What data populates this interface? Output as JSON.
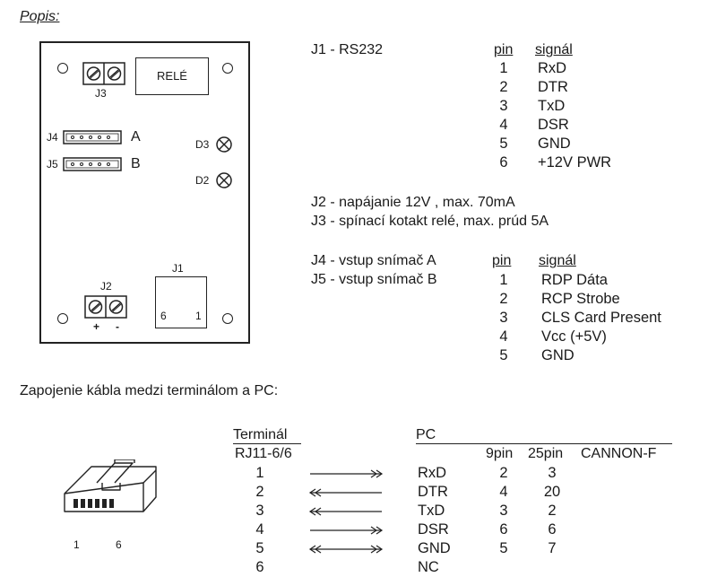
{
  "heading": "Popis:",
  "board": {
    "j3_label": "J3",
    "rele_label": "RELÉ",
    "j4_label": "J4",
    "j5_label": "J5",
    "a_label": "A",
    "b_label": "B",
    "d3_label": "D3",
    "d2_label": "D2",
    "j2_label": "J2",
    "j1_label": "J1",
    "j1_pin6": "6",
    "j1_pin1": "1",
    "plus": "+",
    "minus": "-"
  },
  "j1_section": {
    "title": "J1  -  RS232",
    "col_pin": "pin",
    "col_signal": "signál",
    "rows": [
      {
        "pin": "1",
        "signal": "RxD"
      },
      {
        "pin": "2",
        "signal": "DTR"
      },
      {
        "pin": "3",
        "signal": "TxD"
      },
      {
        "pin": "4",
        "signal": "DSR"
      },
      {
        "pin": "5",
        "signal": "GND"
      },
      {
        "pin": "6",
        "signal": "+12V PWR"
      }
    ]
  },
  "j2_line": "J2  -  napájanie 12V  ,  max. 70mA",
  "j3_line": "J3  -  spínací kotakt relé,  max. prúd 5A",
  "j45_section": {
    "j4_line": "J4  -  vstup snímač A",
    "j5_line": "J5  -  vstup snímač B",
    "col_pin": "pin",
    "col_signal": "signál",
    "rows": [
      {
        "pin": "1",
        "signal": "RDP Dáta"
      },
      {
        "pin": "2",
        "signal": "RCP Strobe"
      },
      {
        "pin": "3",
        "signal": "CLS Card Present"
      },
      {
        "pin": "4",
        "signal": "Vcc (+5V)"
      },
      {
        "pin": "5",
        "signal": "GND"
      }
    ]
  },
  "cable_heading": "Zapojenie kábla medzi terminálom a PC:",
  "cable": {
    "terminal_label": "Terminál",
    "terminal_sub": "RJ11-6/6",
    "pc_label": "PC",
    "col_9pin": "9pin",
    "col_25pin": "25pin",
    "col_cannon": "CANNON-F",
    "connector_pin1": "1",
    "connector_pin6": "6",
    "rows": [
      {
        "terminal": "1",
        "arrow": "right",
        "signal": "RxD",
        "p9": "2",
        "p25": "3"
      },
      {
        "terminal": "2",
        "arrow": "left",
        "signal": "DTR",
        "p9": "4",
        "p25": "20"
      },
      {
        "terminal": "3",
        "arrow": "left",
        "signal": "TxD",
        "p9": "3",
        "p25": "2"
      },
      {
        "terminal": "4",
        "arrow": "right",
        "signal": "DSR",
        "p9": "6",
        "p25": "6"
      },
      {
        "terminal": "5",
        "arrow": "both",
        "signal": "GND",
        "p9": "5",
        "p25": "7"
      },
      {
        "terminal": "6",
        "arrow": "none",
        "signal": "NC",
        "p9": "",
        "p25": ""
      }
    ]
  }
}
